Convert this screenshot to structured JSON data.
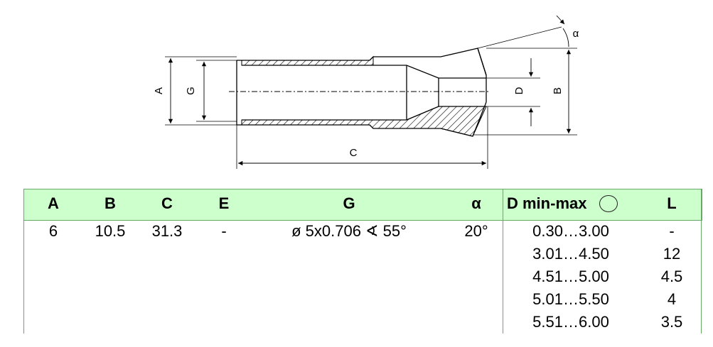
{
  "drawing": {
    "labels": {
      "a": "A",
      "g": "G",
      "c": "C",
      "d": "D",
      "b": "B",
      "alpha": "α"
    }
  },
  "table": {
    "headers": {
      "a": "A",
      "b": "B",
      "c": "C",
      "e": "E",
      "g": "G",
      "alpha": "α",
      "d": "D min-max",
      "l": "L"
    },
    "values": {
      "a": "6",
      "b": "10.5",
      "c": "31.3",
      "e": "-",
      "g": "ø 5x0.706 ∢ 55°",
      "alpha": "20°"
    },
    "d_rows": [
      {
        "d": "0.30…3.00",
        "l": "-"
      },
      {
        "d": "3.01…4.50",
        "l": "12"
      },
      {
        "d": "4.51…5.00",
        "l": "4.5"
      },
      {
        "d": "5.01…5.50",
        "l": "4"
      },
      {
        "d": "5.51…6.00",
        "l": "3.5"
      }
    ]
  }
}
